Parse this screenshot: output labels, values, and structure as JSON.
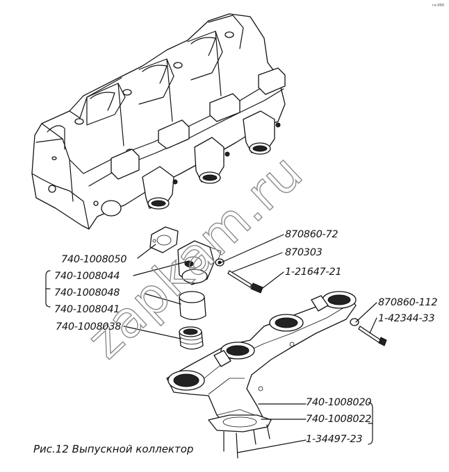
{
  "corner_mark": "го-000",
  "watermark": "zapkam.ru",
  "caption": "Рис.12 Выпускной коллектор",
  "labels": {
    "l1": "870860-72",
    "l2": "870303",
    "l3": "1-21647-21",
    "l4": "740-1008050",
    "l5": "740-1008044",
    "l6": "740-1008048",
    "l7": "740-1008041",
    "l8": "740-1008038",
    "l9": "870860-112",
    "l10": "1-42344-33",
    "l11": "740-1008020",
    "l12": "740-1008022",
    "l13": "1-34497-23"
  }
}
